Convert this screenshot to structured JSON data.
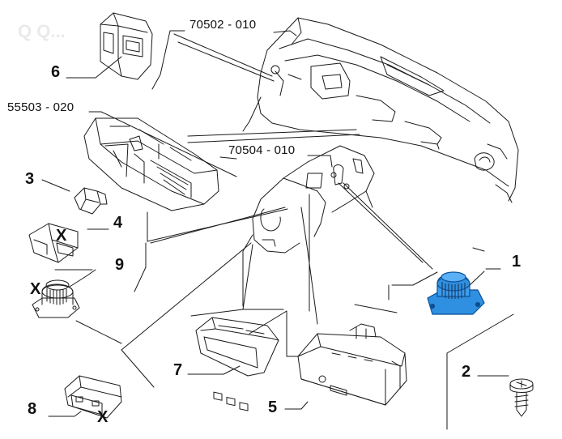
{
  "watermark": "Q Q...",
  "references": {
    "r1": "70502 - 010",
    "r2": "55503 - 020",
    "r3": "70504 - 010"
  },
  "callouts": {
    "c1": "1",
    "c2": "2",
    "c3": "3",
    "c4": "4",
    "c5": "5",
    "c6": "6",
    "c7": "7",
    "c8": "8",
    "c9": "9"
  },
  "marks": {
    "x4": "X",
    "x8": "X",
    "x9": "X"
  },
  "colors": {
    "highlight": "#2f8fe0",
    "highlight_dark": "#0c4f96",
    "line": "#1a1a1a"
  }
}
